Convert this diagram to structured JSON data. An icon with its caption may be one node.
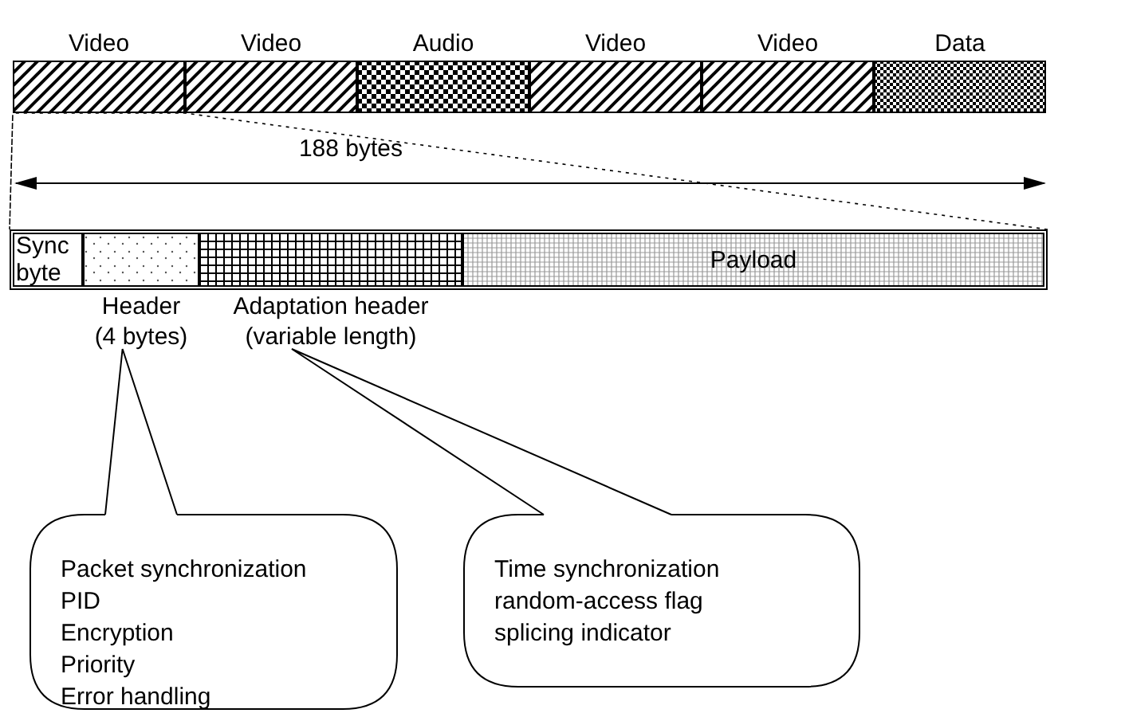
{
  "diagram": {
    "nodes": [
      {
        "text": [
          "Video"
        ]
      },
      {
        "text": [
          "Video"
        ]
      },
      {
        "text": [
          "Audio"
        ]
      },
      {
        "text": [
          "Video"
        ]
      },
      {
        "text": [
          "Video"
        ]
      },
      {
        "text": [
          "Data"
        ]
      },
      {
        "text": [],
        "shape": "bar"
      },
      {
        "text": [
          "Sync byte"
        ],
        "in": 6
      },
      {
        "text": [
          "Header (4 bytes)"
        ],
        "in": 6
      },
      {
        "text": [
          "Adaptation header (variable length)"
        ],
        "in": 6
      },
      {
        "text": [
          "Payload"
        ],
        "in": 6
      },
      {
        "text": [
          "Packet synchronization",
          "PID",
          "Encryption",
          "Priority",
          "Error handling"
        ]
      },
      {
        "text": [
          "Time synchronization",
          "random-access flag",
          "splicing indicator"
        ]
      }
    ],
    "edges": [
      {
        "from": 0,
        "to": 6,
        "arrow": "none",
        "style": "dashed"
      },
      {
        "from": 11,
        "to": 8,
        "arrow": "none"
      },
      {
        "from": 12,
        "to": 9,
        "arrow": "none"
      }
    ],
    "labels": [
      "188 bytes"
    ]
  }
}
